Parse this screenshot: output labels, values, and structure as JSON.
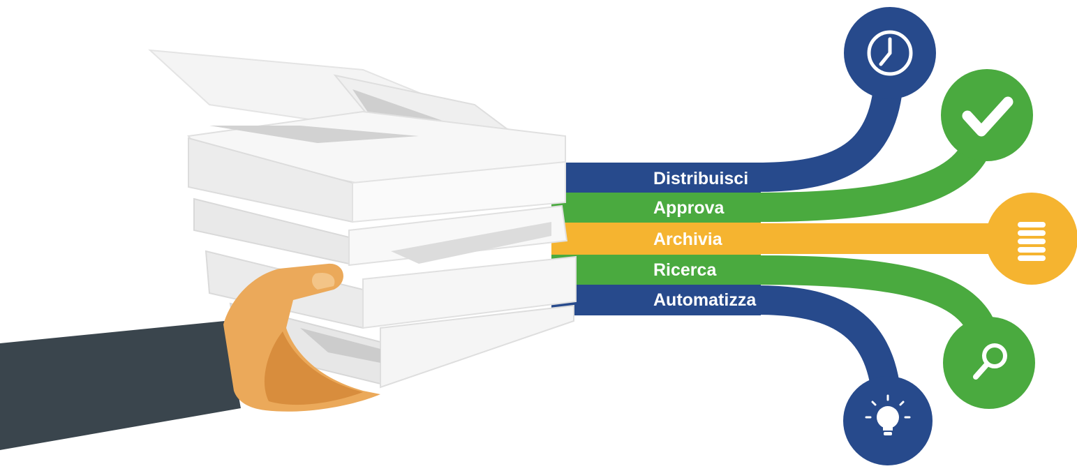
{
  "colors": {
    "navy": "#274a8c",
    "green": "#4aaa3f",
    "yellow": "#f5b430",
    "sleeve": "#3a454d",
    "hand": "#eba95a",
    "hand_shadow": "#d88d3d",
    "paper": "#f3f3f3",
    "paper_edge": "#dcdcdc",
    "paper_shade": "#c9c9c9",
    "icon_fg": "#ffffff"
  },
  "bands": [
    {
      "label": "Distribuisci",
      "color": "navy",
      "icon": "clock-icon"
    },
    {
      "label": "Approva",
      "color": "green",
      "icon": "checkmark-icon"
    },
    {
      "label": "Archivia",
      "color": "yellow",
      "icon": "database-icon"
    },
    {
      "label": "Ricerca",
      "color": "green",
      "icon": "magnifier-icon"
    },
    {
      "label": "Automatizza",
      "color": "navy",
      "icon": "lightbulb-icon"
    }
  ]
}
